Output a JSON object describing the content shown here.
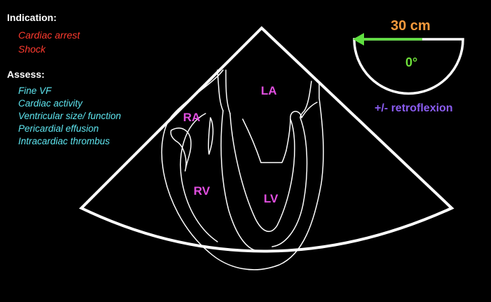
{
  "indication": {
    "heading": "Indication:",
    "items": [
      "Cardiac arrest",
      "Shock"
    ]
  },
  "assess": {
    "heading": "Assess:",
    "items": [
      "Fine VF",
      "Cardiac activity",
      "Ventricular size/ function",
      "Pericardial effusion",
      "Intracardiac thrombus"
    ]
  },
  "probe": {
    "depth": "30 cm",
    "angle": "0°",
    "maneuver": "+/- retroflexion"
  },
  "chambers": {
    "la": "LA",
    "ra": "RA",
    "rv": "RV",
    "lv": "LV"
  },
  "colors": {
    "background": "#000000",
    "heading": "#ffffff",
    "indication_items": "#ff3b2f",
    "assess_items": "#5fe6f0",
    "chamber_labels": "#e14fe0",
    "depth_label": "#f59a3c",
    "angle_label": "#6fe03a",
    "maneuver_label": "#8a5cf0",
    "arrow": "#5fe040",
    "outline": "#ffffff"
  }
}
